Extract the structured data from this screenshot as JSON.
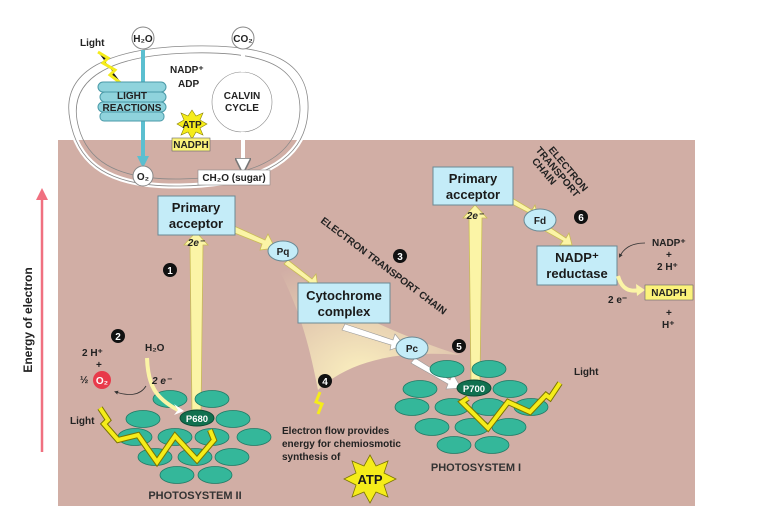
{
  "overview": {
    "light": "Light",
    "h2o": "H₂O",
    "co2": "CO₂",
    "nadp_plus": "NADP⁺",
    "adp": "ADP",
    "light_reactions_1": "LIGHT",
    "light_reactions_2": "REACTIONS",
    "calvin_1": "CALVIN",
    "calvin_2": "CYCLE",
    "atp": "ATP",
    "nadph": "NADPH",
    "o2": "O₂",
    "sugar": "CH₂O (sugar)"
  },
  "axis": {
    "label": "Energy of electron"
  },
  "ps2": {
    "primary_acceptor_1": "Primary",
    "primary_acceptor_2": "acceptor",
    "two_e": "2e⁻",
    "step1": "1",
    "step2": "2",
    "h2o": "H₂O",
    "two_h": "2 H⁺",
    "plus": "+",
    "half": "½",
    "o2": "O₂",
    "two_e_water": "2 e⁻",
    "light": "Light",
    "p680": "P680",
    "title": "PHOTOSYSTEM II"
  },
  "etc": {
    "pq": "Pq",
    "cyt_1": "Cytochrome",
    "cyt_2": "complex",
    "pc": "Pc",
    "label": "ELECTRON TRANSPORT CHAIN",
    "step3": "3",
    "step4": "4",
    "flow_1": "Electron flow provides",
    "flow_2": "energy for chemiosmotic",
    "flow_3": "synthesis of",
    "atp": "ATP"
  },
  "ps1": {
    "primary_acceptor_1": "Primary",
    "primary_acceptor_2": "acceptor",
    "two_e": "2e⁻",
    "step5": "5",
    "p700": "P700",
    "light": "Light",
    "title": "PHOTOSYSTEM I"
  },
  "etc2": {
    "label_1": "ELECTRON",
    "label_2": "TRANSPORT",
    "label_3": "CHAIN",
    "fd": "Fd",
    "step6": "6",
    "reductase_1": "NADP⁺",
    "reductase_2": "reductase",
    "nadp_in": "NADP⁺",
    "plus": "+",
    "two_h": "2 H⁺",
    "two_e": "2 e⁻",
    "nadph": "NADPH",
    "plus2": "+",
    "h": "H⁺"
  },
  "colors": {
    "panel": "#d1aea5",
    "acceptor": "#c4ecf8",
    "pigment": "#34b79a",
    "energy_arrow": "#f07080",
    "atp": "#f5ec1a"
  }
}
